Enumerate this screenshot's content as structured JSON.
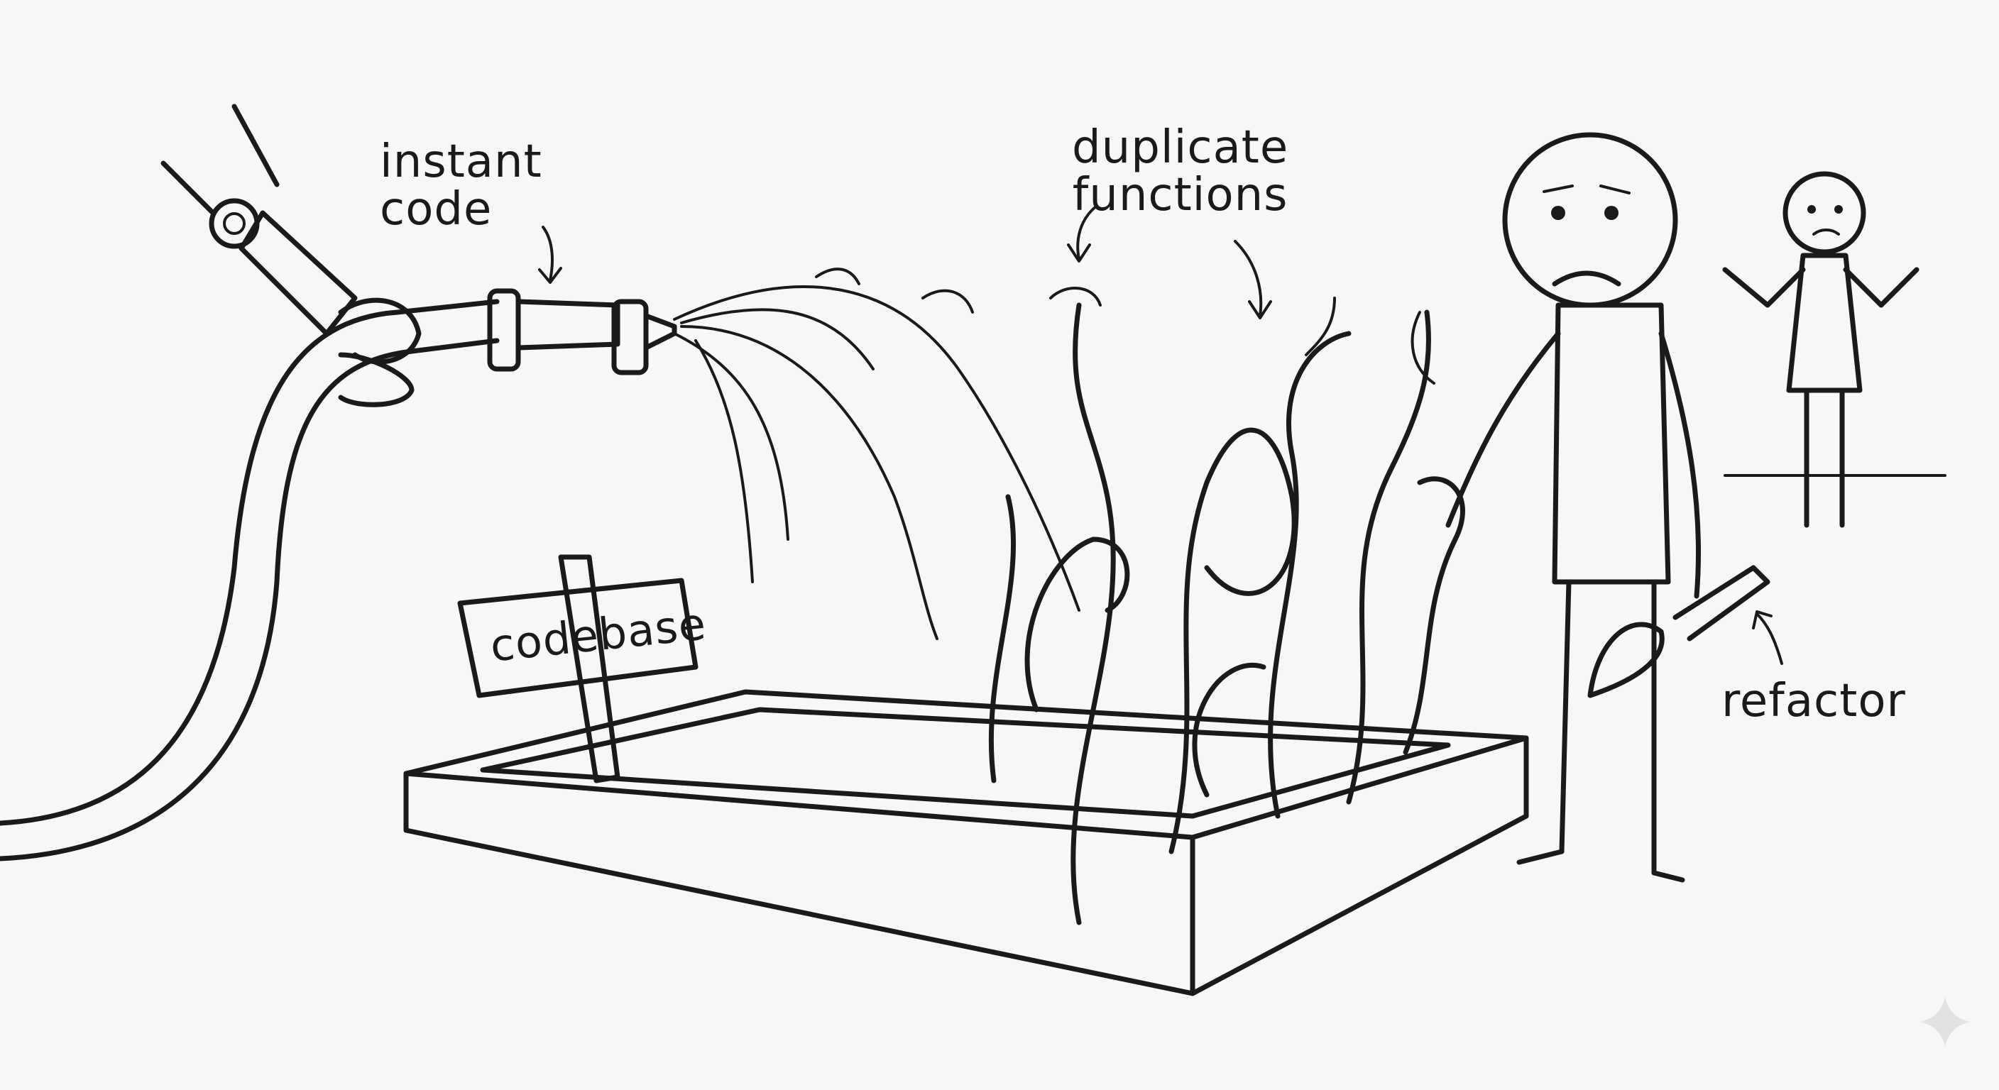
{
  "illustration": {
    "labels": {
      "instant_code": "instant\ncode",
      "duplicate_functions": "duplicate\nfunctions",
      "codebase_sign": "codebase",
      "refactor": "refactor"
    },
    "colors": {
      "ink": "#1a1a1a",
      "paper": "#f7f7f5"
    }
  }
}
